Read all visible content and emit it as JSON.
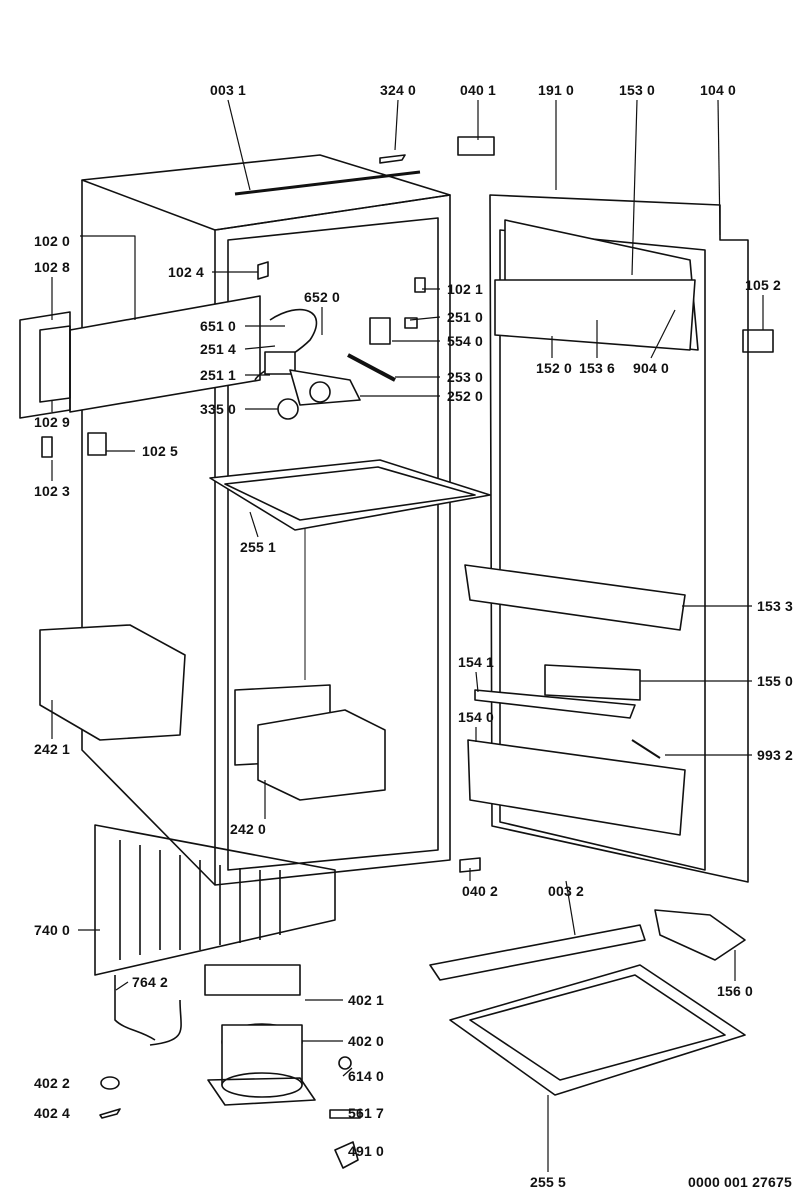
{
  "labels": [
    "003 1",
    "324 0",
    "040 1",
    "191 0",
    "153 0",
    "104 0",
    "102 0",
    "102 8",
    "102 4",
    "102 1",
    "105 2",
    "652 0",
    "651 0",
    "251 0",
    "251 4",
    "554 0",
    "152 0",
    "153 6",
    "904 0",
    "251 1",
    "253 0",
    "252 0",
    "335 0",
    "102 9",
    "102 5",
    "102 3",
    "255 1",
    "153 3",
    "154 1",
    "155 0",
    "154 0",
    "242 1",
    "993 2",
    "242 0",
    "040 2",
    "003 2",
    "740 0",
    "156 0",
    "764 2",
    "402 1",
    "402 0",
    "614 0",
    "402 2",
    "402 4",
    "561 7",
    "491 0",
    "255 5"
  ],
  "document_number": "0000 001 27675"
}
